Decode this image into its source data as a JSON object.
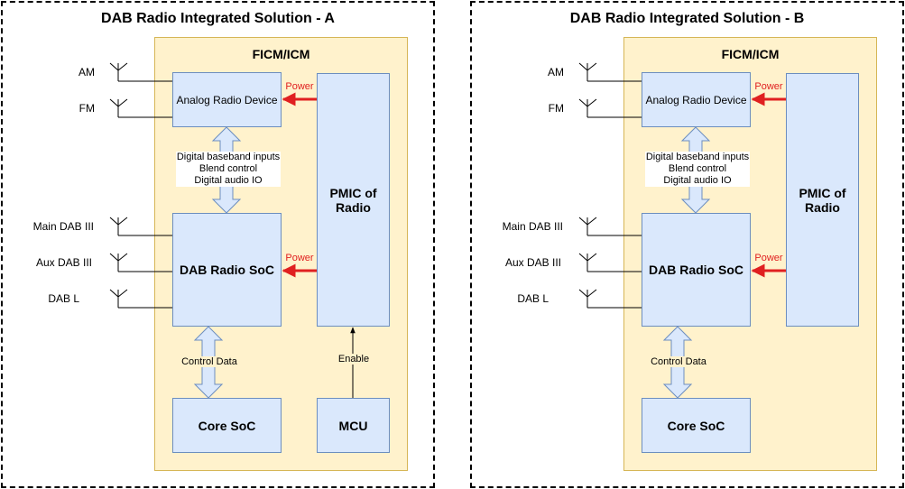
{
  "solution_a": {
    "title": "DAB Radio Integrated Solution - A",
    "ficm_label": "FICM/ICM",
    "analog_device": "Analog Radio Device",
    "dab_soc": "DAB Radio SoC",
    "pmic_line1": "PMIC of",
    "pmic_line2": "Radio",
    "core_soc": "Core SoC",
    "mcu": "MCU",
    "antennas": [
      "AM",
      "FM",
      "Main DAB III",
      "Aux DAB III",
      "DAB L"
    ],
    "power_label": "Power",
    "digital_lines": [
      "Digital baseband inputs",
      "Blend control",
      "Digital audio IO"
    ],
    "control_data": "Control Data",
    "enable": "Enable"
  },
  "solution_b": {
    "title": "DAB Radio Integrated Solution - B",
    "ficm_label": "FICM/ICM",
    "analog_device": "Analog Radio Device",
    "dab_soc": "DAB Radio SoC",
    "pmic_line1": "PMIC of",
    "pmic_line2": "Radio",
    "core_soc": "Core SoC",
    "antennas": [
      "AM",
      "FM",
      "Main DAB III",
      "Aux DAB III",
      "DAB L"
    ],
    "power_label": "Power",
    "digital_lines": [
      "Digital baseband inputs",
      "Blend control",
      "Digital audio IO"
    ],
    "control_data": "Control Data"
  },
  "colors": {
    "ficm_fill": "#fff2cc",
    "ficm_border": "#d6b656",
    "box_fill": "#dae8fc",
    "box_border": "#6c8ebf",
    "power_arrow": "#e02020"
  }
}
